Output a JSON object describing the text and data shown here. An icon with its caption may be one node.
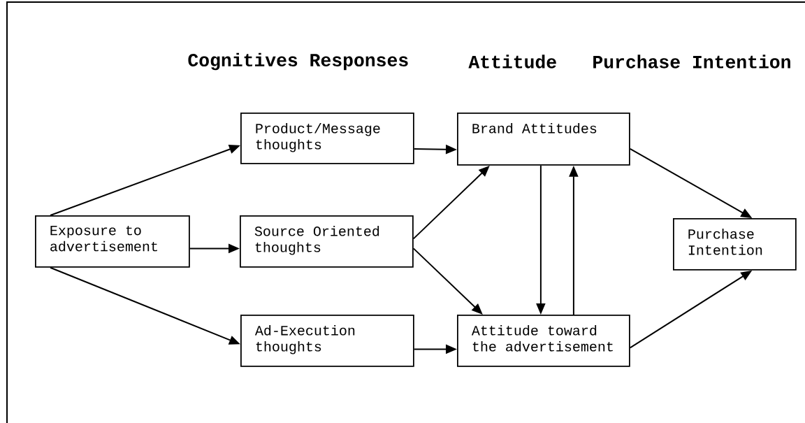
{
  "diagram": {
    "nodes": [
      {
        "text": [
          "Exposure to advertisement"
        ]
      },
      {
        "text": [
          "Product/Message thoughts"
        ]
      },
      {
        "text": [
          "Source Oriented thoughts"
        ]
      },
      {
        "text": [
          "Ad-Execution thoughts"
        ]
      },
      {
        "text": [
          "Brand Attitudes"
        ]
      },
      {
        "text": [
          "Attitude toward the advertisement"
        ]
      },
      {
        "text": [
          "Purchase Intention"
        ]
      }
    ],
    "edges": [
      {
        "from": 0,
        "to": 1,
        "arrow": "to"
      },
      {
        "from": 1,
        "to": 4,
        "arrow": "to"
      },
      {
        "from": 0,
        "to": 2,
        "arrow": "to"
      },
      {
        "from": 0,
        "to": 3,
        "arrow": "to"
      },
      {
        "from": 2,
        "to": 4,
        "arrow": "to"
      },
      {
        "from": 2,
        "to": 5,
        "arrow": "to"
      },
      {
        "from": 3,
        "to": 5,
        "arrow": "to"
      },
      {
        "from": 4,
        "to": 5,
        "arrow": "to"
      },
      {
        "from": 5,
        "to": 4,
        "arrow": "to"
      },
      {
        "from": 4,
        "to": 6,
        "arrow": "to"
      },
      {
        "from": 5,
        "to": 6,
        "arrow": "to"
      }
    ],
    "labels": [
      "Cognitives Responses",
      "Attitude",
      "Purchase Intention"
    ]
  }
}
